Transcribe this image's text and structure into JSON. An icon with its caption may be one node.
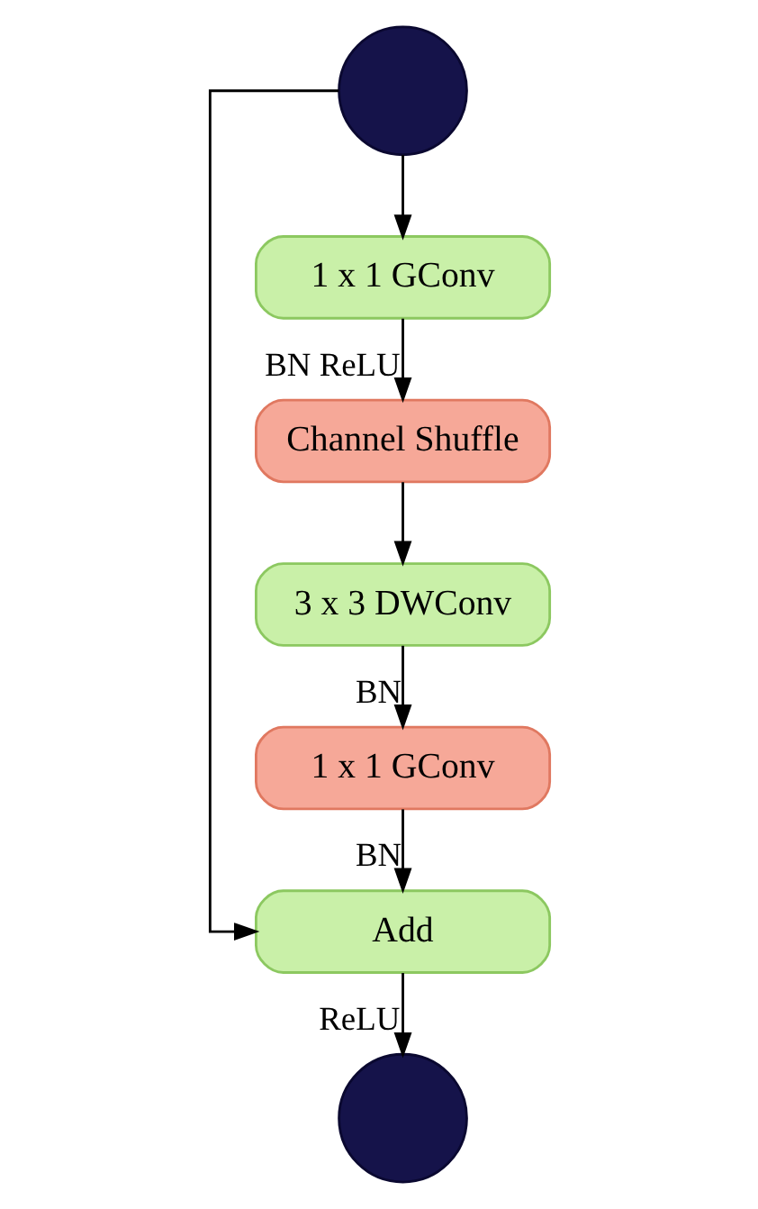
{
  "diagram": {
    "nodes": [
      {
        "text": [],
        "shape": "circle"
      },
      {
        "text": [
          "1 x 1 GConv"
        ]
      },
      {
        "text": [
          "Channel Shuffle"
        ]
      },
      {
        "text": [
          "3 x 3 DWConv"
        ]
      },
      {
        "text": [
          "1 x 1 GConv"
        ]
      },
      {
        "text": [
          "Add"
        ]
      },
      {
        "text": [],
        "shape": "circle"
      }
    ],
    "edges": [
      {
        "from": 0,
        "to": 1,
        "arrow": "to"
      },
      {
        "from": 1,
        "to": 2,
        "arrow": "to",
        "label": "BN ReLU"
      },
      {
        "from": 2,
        "to": 3,
        "arrow": "to"
      },
      {
        "from": 3,
        "to": 4,
        "arrow": "to",
        "label": "BN"
      },
      {
        "from": 4,
        "to": 5,
        "arrow": "to",
        "label": "BN"
      },
      {
        "from": 0,
        "to": 5,
        "arrow": "to"
      },
      {
        "from": 5,
        "to": 6,
        "arrow": "to",
        "label": "ReLU"
      }
    ]
  }
}
